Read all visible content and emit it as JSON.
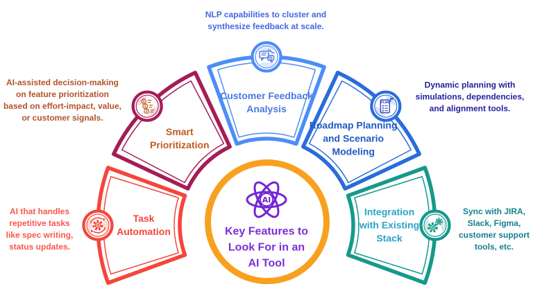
{
  "title": {
    "text": "Key Features to\nLook For in an\nAI Tool",
    "color": "#7B2FD6"
  },
  "center": {
    "ring_color": "#F8A01F",
    "icon_color": "#7326D3",
    "icon_label": "AI"
  },
  "segments": [
    {
      "id": "task-automation",
      "label": "Task\nAutomation",
      "label_color": "#F4463B",
      "border_color": "#F4463B",
      "icon": "gear-sync-icon",
      "icon_color": "#F4463B",
      "tint": "#FBDAD6",
      "angle": 180,
      "description": "AI that handles\nrepetitive tasks\nlike spec writing,\nstatus updates.",
      "description_color": "#FA5749"
    },
    {
      "id": "smart-prioritization",
      "label": "Smart\nPrioritization",
      "label_color": "#BF5B21",
      "border_color": "#A51D56",
      "icon": "priority-list-icon",
      "icon_color": "#BF5B21",
      "tint": "#F6D9E3",
      "angle": 135,
      "description": "AI-assisted decision-making\non feature prioritization\nbased on effort-impact, value,\nor customer signals.",
      "description_color": "#B2532A"
    },
    {
      "id": "customer-feedback-analysis",
      "label": "Customer Feedback\nAnalysis",
      "label_color": "#4A78E0",
      "border_color": "#4D8DF7",
      "icon": "feedback-chat-icon",
      "icon_color": "#5577EC",
      "tint": "#DCE9FD",
      "angle": 90,
      "description": "NLP capabilities to cluster and\nsynthesize feedback at scale.",
      "description_color": "#4566E2"
    },
    {
      "id": "roadmap-planning-scenario-modeling",
      "label": "Roadmap Planning\nand Scenario\nModeling",
      "label_color": "#1D5BC4",
      "border_color": "#2A6CDB",
      "icon": "plan-document-icon",
      "icon_color": "#3A50C0",
      "tint": "#D8E4F8",
      "angle": 45,
      "description": "Dynamic planning with\nsimulations, dependencies,\nand alignment tools.",
      "description_color": "#221F9E"
    },
    {
      "id": "integration-existing-stack",
      "label": "Integration\nwith Existing\nStack",
      "label_color": "#2BA3C7",
      "border_color": "#16998B",
      "icon": "gears-integration-icon",
      "icon_color": "#16998B",
      "tint": "#D2ECE8",
      "angle": 0,
      "description": "Sync with JIRA,\nSlack, Figma,\ncustomer support\ntools, etc.",
      "description_color": "#15818D"
    }
  ]
}
